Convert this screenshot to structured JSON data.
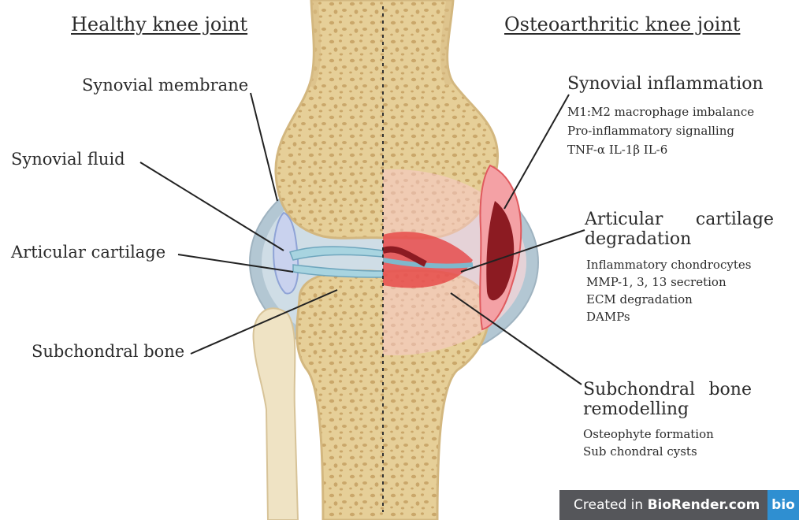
{
  "headings": {
    "healthy": "Healthy knee joint",
    "oa": "Osteoarthritic knee joint"
  },
  "healthy_labels": {
    "synovial_membrane": "Synovial membrane",
    "synovial_fluid": "Synovial fluid",
    "articular_cartilage": "Articular cartilage",
    "subchondral_bone": "Subchondral bone"
  },
  "oa_labels": {
    "synovial_inflammation": {
      "title": "Synovial inflammation",
      "details": [
        "M1:M2 macrophage imbalance",
        "Pro-inflammatory signalling",
        "TNF-α IL-1β IL-6"
      ]
    },
    "cartilage_degradation": {
      "title_words": [
        "Articular",
        "cartilage"
      ],
      "title_line2": "degradation",
      "details": [
        "Inflammatory chondrocytes",
        "MMP-1, 3, 13 secretion",
        "ECM degradation",
        "DAMPs"
      ]
    },
    "bone_remodelling": {
      "title_words": [
        "Subchondral",
        "bone"
      ],
      "title_line2": "remodelling",
      "details": [
        "Osteophyte formation",
        "Sub chondral cysts"
      ]
    }
  },
  "credit": {
    "prefix": "Created in ",
    "brand": "BioRender.com",
    "logo": "bio"
  },
  "colors": {
    "bone": "#e6cf98",
    "bone_pore": "#caa76a",
    "capsule": "#b3c7d3",
    "synovial_fluid": "#c9d2ee",
    "cartilage": "#a8d4e0",
    "inflammation": "#e53b3b",
    "inflamed_fluid": "#f4a1a5",
    "dark_lesion": "#8c1b22"
  }
}
